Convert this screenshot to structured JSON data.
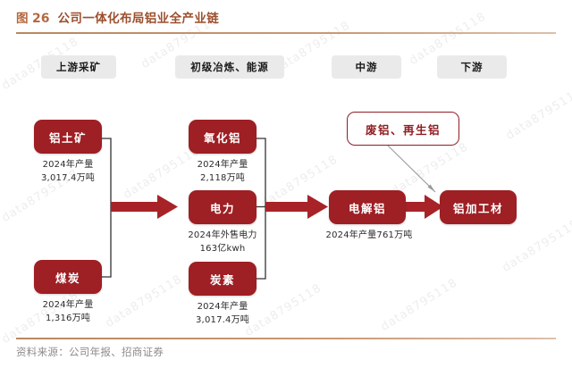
{
  "header": {
    "fig_label": "图",
    "fig_number": "26",
    "title": "公司一体化布局铝业全产业链"
  },
  "footer": {
    "source": "资料来源：公司年报、招商证券"
  },
  "stages": [
    {
      "name": "upstream-mining",
      "label": "上游采矿"
    },
    {
      "name": "primary-smelting-energy",
      "label": "初级冶炼、能源"
    },
    {
      "name": "midstream",
      "label": "中游"
    },
    {
      "name": "downstream",
      "label": "下游"
    }
  ],
  "nodes": {
    "bauxite": {
      "label": "铝土矿",
      "caption_line1": "2024年产量",
      "caption_line2": "3,017.4万吨"
    },
    "coal": {
      "label": "煤炭",
      "caption_line1": "2024年产量",
      "caption_line2": "1,316万吨"
    },
    "alumina": {
      "label": "氧化铝",
      "caption_line1": "2024年产量",
      "caption_line2": "2,118万吨"
    },
    "electricity": {
      "label": "电力",
      "caption_line1": "2024年外售电力",
      "caption_line2": "163亿kwh"
    },
    "carbon": {
      "label": "炭素",
      "caption_line1": "2024年产量",
      "caption_line2": "3,017.4万吨"
    },
    "electrolytic_al": {
      "label": "电解铝",
      "caption_line1": "2024年产量761万吨",
      "caption_line2": ""
    },
    "scrap_recycled": {
      "label": "废铝、再生铝",
      "caption_line1": "",
      "caption_line2": ""
    },
    "processed_al": {
      "label": "铝加工材",
      "caption_line1": "",
      "caption_line2": ""
    }
  },
  "colors": {
    "node_fill": "#9e1f24",
    "node_outline": "#8f1d22",
    "arrow": "#a72328",
    "bracket": "#333333",
    "thin_arrow": "#9a9a9a",
    "stage_bg": "#eaeaea",
    "rule": "#b8875f",
    "title": "#9c4f2d"
  },
  "watermark": {
    "text": "data8795118"
  }
}
